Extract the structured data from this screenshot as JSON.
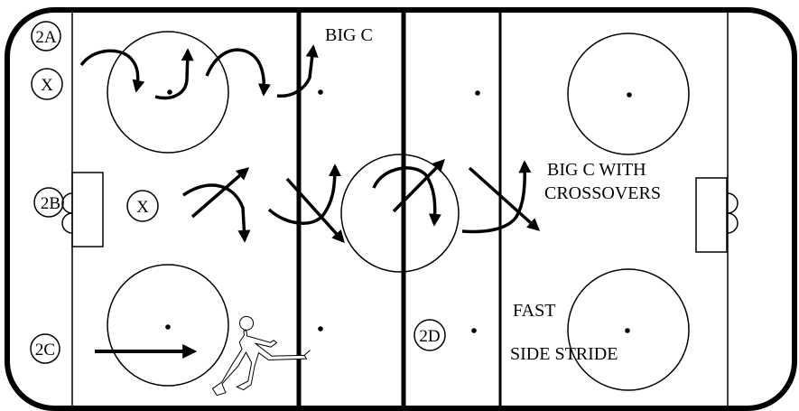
{
  "stations": {
    "a": "2A",
    "b": "2B",
    "c": "2C",
    "d": "2D"
  },
  "markers": {
    "x_top": "X",
    "x_mid": "X"
  },
  "drill_labels": {
    "big_c": "BIG  C",
    "big_c_crossovers_line1": "BIG C WITH",
    "big_c_crossovers_line2": "CROSSOVERS",
    "fast": "FAST",
    "side_stride": "SIDE STRIDE"
  }
}
